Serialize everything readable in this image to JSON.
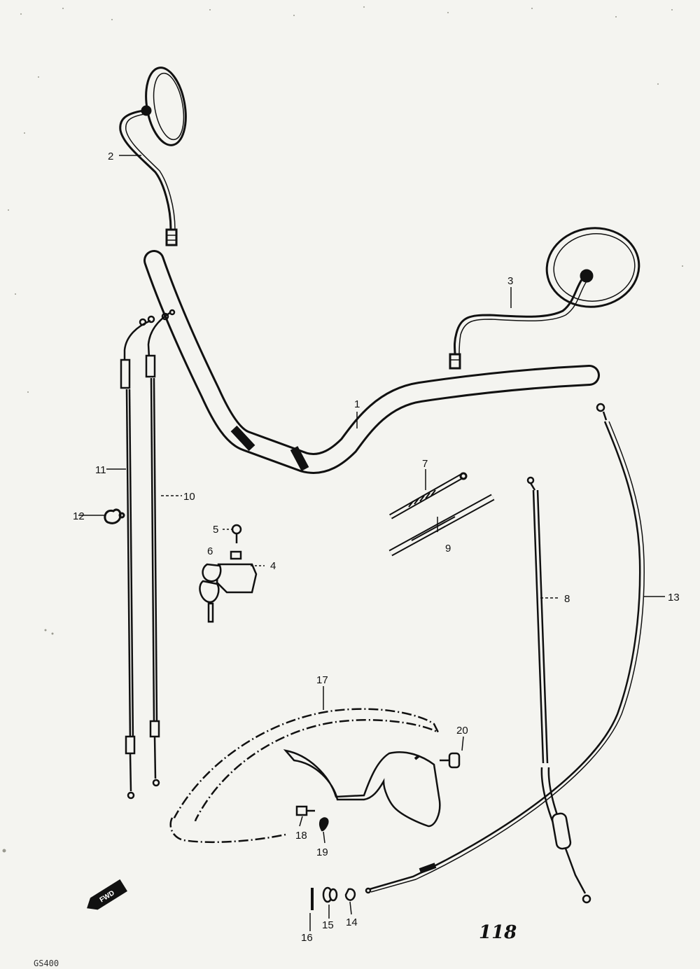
{
  "labels": {
    "p1": "1",
    "p2": "2",
    "p3": "3",
    "p4": "4",
    "p5": "5",
    "p6": "6",
    "p7": "7",
    "p8": "8",
    "p9": "9",
    "p10": "10",
    "p11": "11",
    "p12": "12",
    "p13": "13",
    "p14": "14",
    "p15": "15",
    "p16": "16",
    "p17": "17",
    "p18": "18",
    "p19": "19",
    "p20": "20"
  },
  "page_number": "118",
  "model_code": "GS400",
  "fwd_badge": "FWD",
  "colors": {
    "ink": "#111111",
    "paper": "#f4f4f0"
  }
}
